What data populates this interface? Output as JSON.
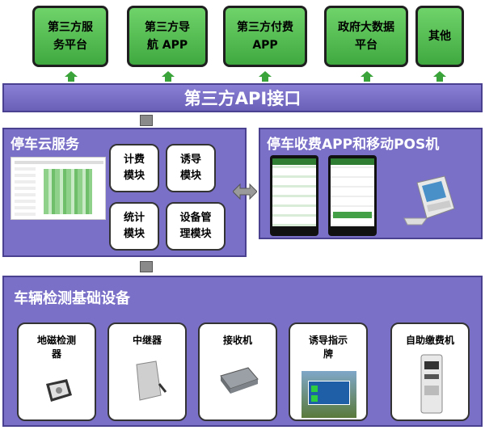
{
  "top_boxes": [
    {
      "l1": "第三方服",
      "l2": "务平台"
    },
    {
      "l1": "第三方导",
      "l2": "航 APP"
    },
    {
      "l1": "第三方付费",
      "l2": "APP"
    },
    {
      "l1": "政府大数据",
      "l2": "平台"
    },
    {
      "l1": "其他",
      "l2": ""
    }
  ],
  "api_bar": {
    "label": "第三方API接口"
  },
  "cloud": {
    "title": "停车云服务",
    "modules": [
      {
        "l1": "计费",
        "l2": "模块"
      },
      {
        "l1": "诱导",
        "l2": "模块"
      },
      {
        "l1": "统计",
        "l2": "模块"
      },
      {
        "l1": "设备管",
        "l2": "理模块"
      }
    ]
  },
  "app_panel": {
    "title": "停车收费APP和移动POS机"
  },
  "devices": {
    "title": "车辆检测基础设备",
    "items": [
      {
        "l1": "地磁检测",
        "l2": "器"
      },
      {
        "l1": "中继器",
        "l2": ""
      },
      {
        "l1": "接收机",
        "l2": ""
      },
      {
        "l1": "诱导指示",
        "l2": "牌"
      },
      {
        "l1": "自助缴费机",
        "l2": ""
      }
    ]
  },
  "colors": {
    "green": "#4cb848",
    "purple": "#7a70c8",
    "arrow": "#3aa33a"
  }
}
